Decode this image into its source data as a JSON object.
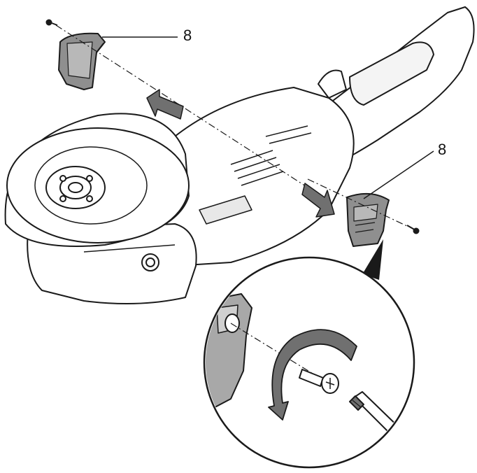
{
  "callouts": {
    "top_label": "8",
    "right_label": "8"
  },
  "parts": {
    "tool": "angle-grinder",
    "removed_part": "brush-cover",
    "fastener": "screw",
    "driver": "screwdriver"
  },
  "colors": {
    "line": "#1a1a1a",
    "part_fill": "#8f8f8f",
    "arrow_fill": "#707070",
    "background": "#ffffff"
  }
}
